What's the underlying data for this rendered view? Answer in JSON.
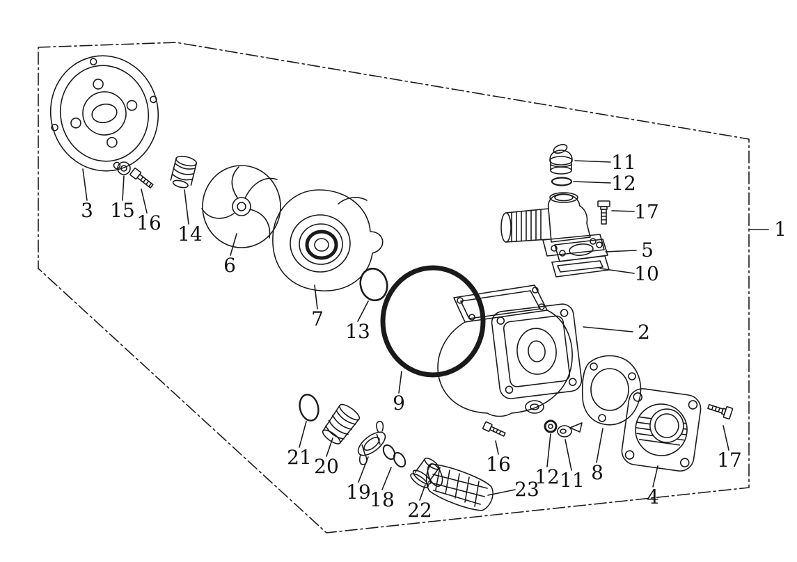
{
  "figure": {
    "kind": "exploded-parts-diagram",
    "line_color": "#1a1a1a",
    "background_color": "#ffffff"
  },
  "callouts": [
    "3",
    "15",
    "16",
    "14",
    "6",
    "7",
    "13",
    "9",
    "11",
    "12",
    "17",
    "5",
    "10",
    "2",
    "1",
    "21",
    "20",
    "19",
    "18",
    "22",
    "23",
    "16",
    "12",
    "11",
    "8",
    "4",
    "17"
  ]
}
